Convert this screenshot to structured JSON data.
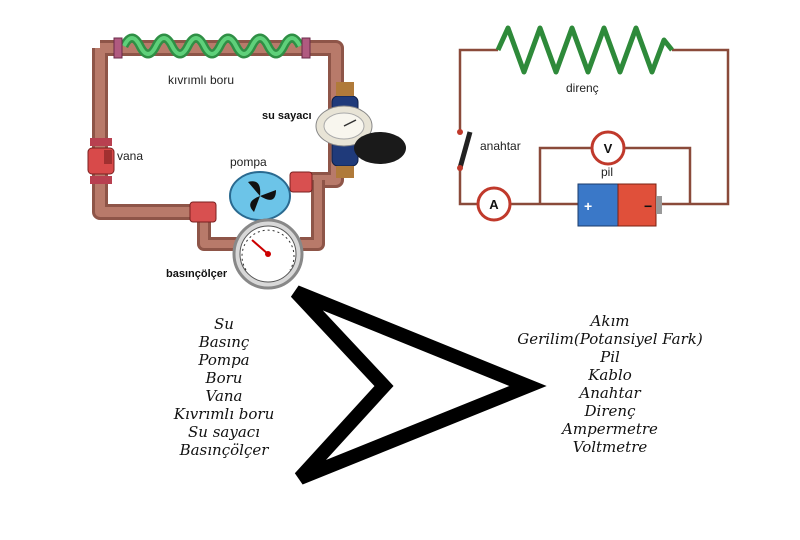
{
  "water_system": {
    "labels": {
      "coiled_pipe": "kıvrımlı boru",
      "water_meter": "su sayacı",
      "valve": "vana",
      "pump": "pompa",
      "pressure_gauge": "basınçölçer"
    }
  },
  "electric_circuit": {
    "labels": {
      "resistor": "direnç",
      "switch": "anahtar",
      "battery": "pil",
      "voltmeter": "V",
      "ammeter": "A",
      "plus": "+",
      "minus": "−"
    }
  },
  "left_list": [
    "Su",
    "Basınç",
    "Pompa",
    "Boru",
    "Vana",
    "Kıvrımlı boru",
    "Su sayacı",
    "Basınçölçer"
  ],
  "right_list": [
    "Akım",
    "Gerilim(Potansiyel Fark)",
    "Pil",
    "Kablo",
    "Anahtar",
    "Direnç",
    "Ampermetre",
    "Voltmetre"
  ],
  "colors": {
    "pipe": "#a8685a",
    "coil": "#3fb25a",
    "wire": "#8a4a3a",
    "resistor": "#2e8a3a",
    "meter_ring": "#c0392b",
    "battery_blue": "#3a78c8",
    "battery_red": "#e0503a",
    "pump_blue": "#6cc4e8"
  }
}
